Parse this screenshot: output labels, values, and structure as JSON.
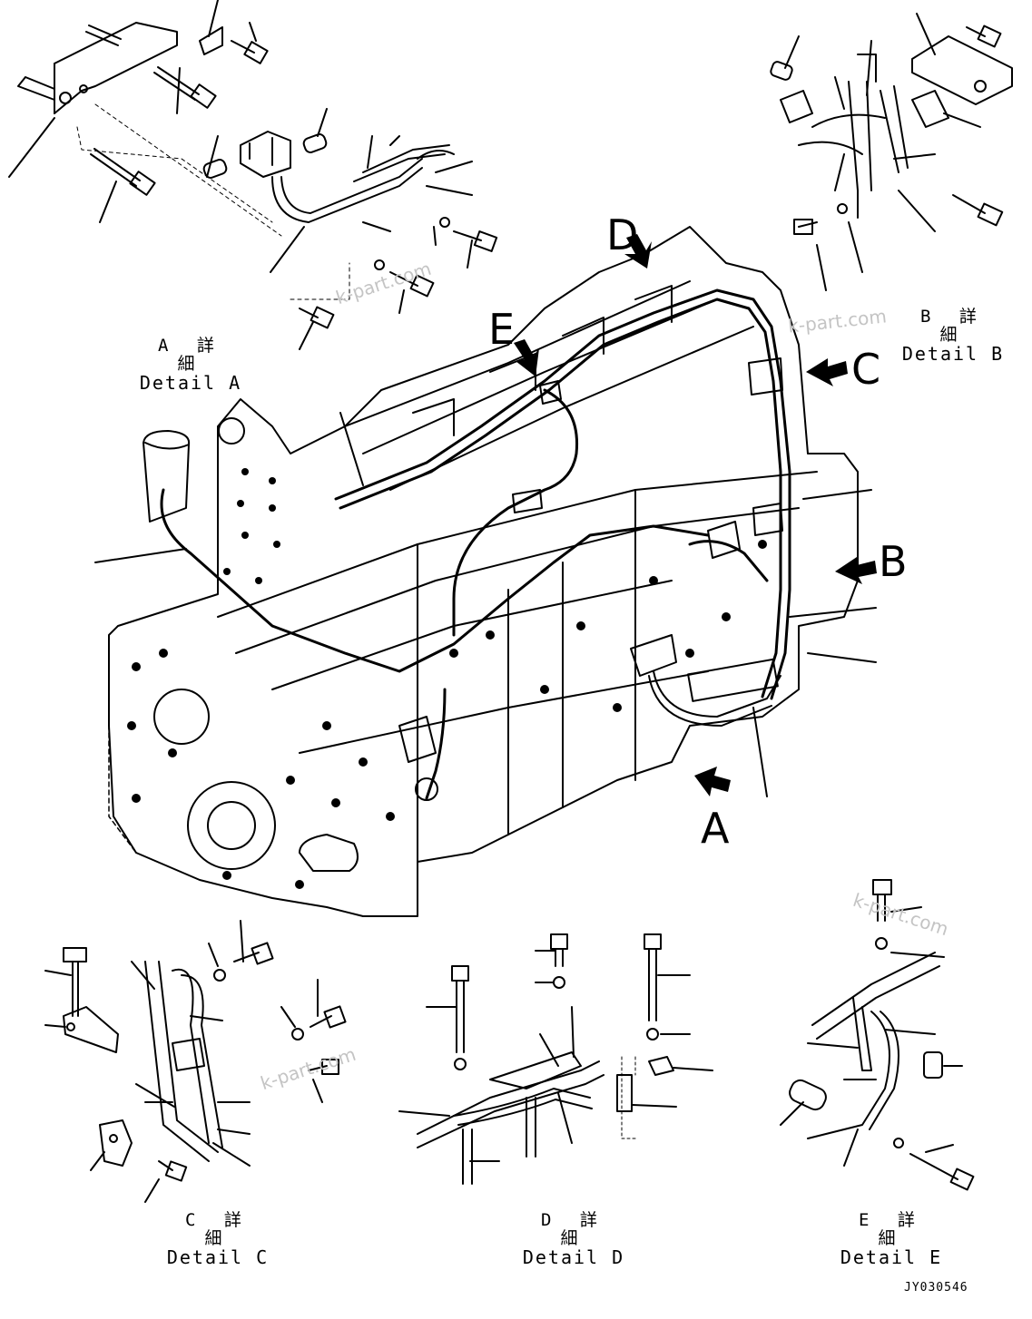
{
  "details": {
    "a": {
      "jp": "A 詳 細",
      "en": "Detail A"
    },
    "b": {
      "jp": "B 詳 細",
      "en": "Detail B"
    },
    "c": {
      "jp": "C 詳 細",
      "en": "Detail C"
    },
    "d": {
      "jp": "D 詳 細",
      "en": "Detail D"
    },
    "e": {
      "jp": "E 詳 細",
      "en": "Detail E"
    }
  },
  "callouts": {
    "a": "A",
    "b": "B",
    "c": "C",
    "d": "D",
    "e": "E"
  },
  "watermark": "k-part.com",
  "drawing_code": "JY030546"
}
